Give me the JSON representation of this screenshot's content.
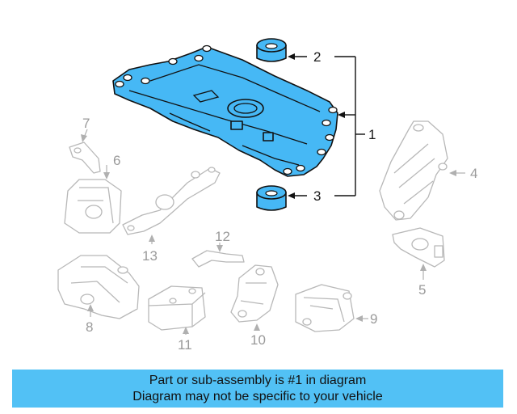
{
  "callouts": {
    "c1": "1",
    "c2": "2",
    "c3": "3",
    "c4": "4",
    "c5": "5",
    "c6": "6",
    "c7": "7",
    "c8": "8",
    "c9": "9",
    "c10": "10",
    "c11": "11",
    "c12": "12",
    "c13": "13"
  },
  "banner": {
    "line1": "Part or sub-assembly is #1 in diagram",
    "line2": "Diagram may not be specific to your vehicle"
  },
  "colors": {
    "highlight": "#46b8f5",
    "banner": "#52c1f5",
    "faded_part": "#b8b8b8"
  }
}
